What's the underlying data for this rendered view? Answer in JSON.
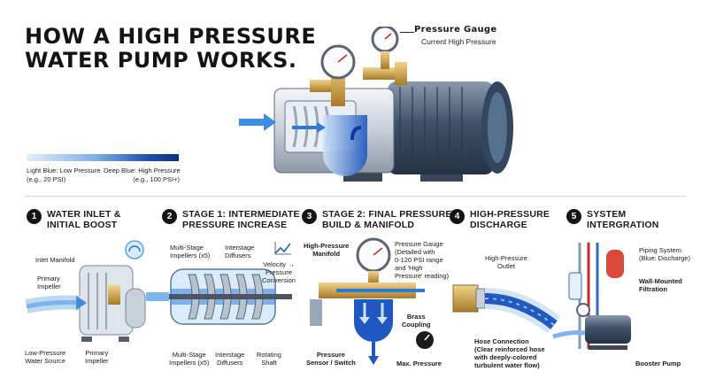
{
  "title": {
    "line1": "HOW A HIGH PRESSURE",
    "line2": "WATER PUMP WORKS."
  },
  "hero": {
    "gauge_title": "Pressure Gauge",
    "gauge_subtitle": "Current High Pressure"
  },
  "legend": {
    "low_label": "Light Blue: Low Pressure",
    "low_example": "(e.g., 20 PSI)",
    "high_label": "Deep Blue: High Pressure",
    "high_example": "(e.g., 100 PSI+)",
    "colors": {
      "low": "#e3eef9",
      "high": "#0d2f7a"
    }
  },
  "steps": [
    {
      "num": "1",
      "title": "WATER INLET &\nINITIAL BOOST",
      "labels": {
        "manifold": "Inlet Manifold",
        "impeller_top": "Primary\nImpeller",
        "source": "Low-Pressure\nWater Source",
        "impeller_bottom": "Primary\nImpeller"
      }
    },
    {
      "num": "2",
      "title": "STAGE 1: INTERMEDIATE\nPRESSURE INCREASE",
      "labels": {
        "impellers_top": "Multi-Stage\nImpellers (x5)",
        "diffusers_top": "Interstage\nDiffusers",
        "velocity": "Velocity →\nPressure\nConversion",
        "impellers_bottom": "Multi-Stage\nImpellers (x5)",
        "diffusers_bottom": "Interstage\nDiffusers",
        "shaft": "Rotating\nShaft"
      }
    },
    {
      "num": "3",
      "title": "STAGE 2: FINAL PRESSURE\nBUILD & MANIFOLD",
      "labels": {
        "manifold": "High-Pressure\nManifold",
        "gauge": "Pressure Gauge\n(Detailed with\n0-120 PSI range\nand 'High\nPressure' reading)",
        "brass": "Brass\nCoupling",
        "sensor": "Pressure\nSensor / Switch",
        "max": "Max. Pressure"
      }
    },
    {
      "num": "4",
      "title": "HIGH-PRESSURE\nDISCHARGE",
      "labels": {
        "outlet": "High-Pressure\nOutlet",
        "hose": "Hose Connection\n(Clear reinforced hose\nwith deeply-colored\nturbulent water flow)"
      }
    },
    {
      "num": "5",
      "title": "SYSTEM\nINTERGRATION",
      "labels": {
        "piping": "Piping System\n(Blue: Discharge)",
        "filtration": "Wall-Mounted\nFiltration",
        "booster": "Booster Pump"
      }
    }
  ]
}
